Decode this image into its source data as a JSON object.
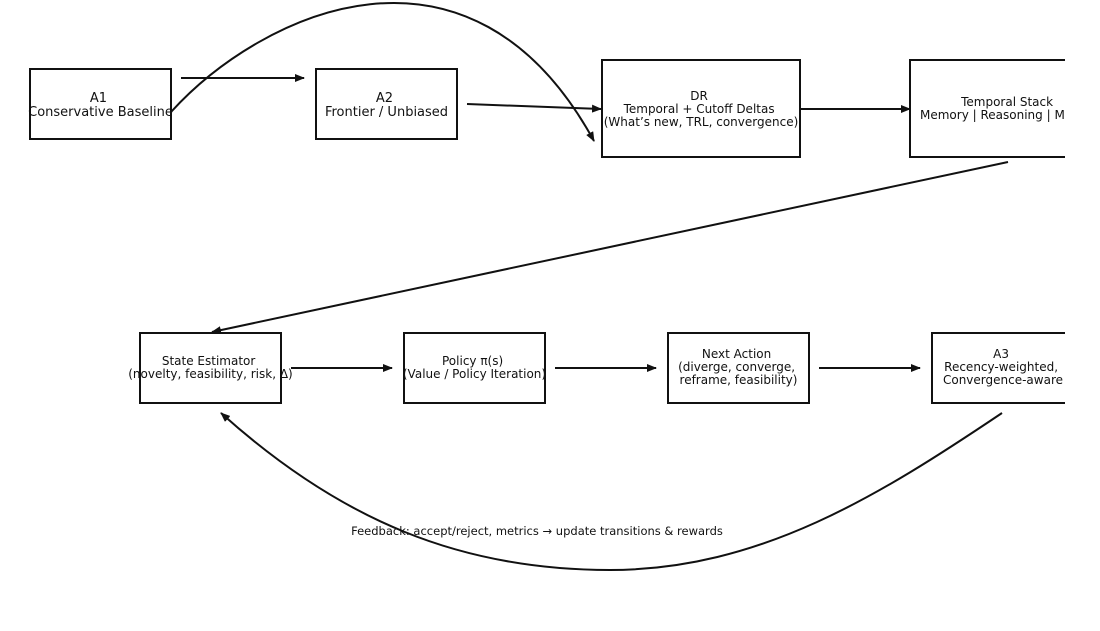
{
  "nodes": {
    "a1": {
      "lines": [
        "A1",
        "Conservative Baseline"
      ]
    },
    "a2": {
      "lines": [
        "A2",
        "Frontier / Unbiased"
      ]
    },
    "dr": {
      "lines": [
        "DR",
        "Temporal + Cutoff Deltas",
        "(What’s new, TRL, convergence)"
      ]
    },
    "temporal_stack": {
      "lines": [
        "Temporal Stack",
        "Memory | Reasoning | Metrics"
      ]
    },
    "state_estimator": {
      "lines": [
        "State Estimator",
        "(novelty, feasibility, risk, Δ)"
      ]
    },
    "policy": {
      "lines": [
        "Policy π(s)",
        "(Value / Policy Iteration)"
      ]
    },
    "next_action": {
      "lines": [
        "Next Action",
        "(diverge, converge,",
        "reframe, feasibility)"
      ]
    },
    "a3": {
      "lines": [
        "A3",
        "Recency-weighted,",
        "Convergence-aware"
      ]
    }
  },
  "feedback": {
    "label": "Feedback: accept/reject, metrics → update transitions & rewards"
  },
  "colors": {
    "stroke": "#111111",
    "background": "#ffffff"
  }
}
